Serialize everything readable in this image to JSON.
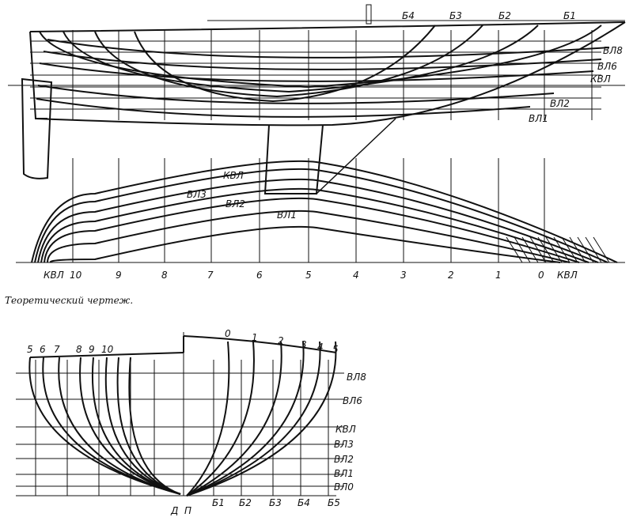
{
  "caption": "Теоретический чертеж.",
  "profile": {
    "buttock_labels": [
      "Б4",
      "Б3",
      "Б2",
      "Б1"
    ],
    "waterline_labels": [
      "ВЛ8",
      "ВЛ6",
      "КВЛ",
      "ВЛ2",
      "ВЛ1"
    ]
  },
  "half_breadth": {
    "waterline_labels": [
      "КВЛ",
      "ВЛ3",
      "ВЛ2",
      "ВЛ1"
    ],
    "station_labels": [
      "КВЛ",
      "10",
      "9",
      "8",
      "7",
      "6",
      "5",
      "4",
      "3",
      "2",
      "1",
      "0",
      "КВЛ"
    ]
  },
  "body_plan": {
    "aft_station_labels": [
      "5",
      "6",
      "7",
      "8",
      "9",
      "10"
    ],
    "fwd_station_labels": [
      "0",
      "1",
      "2",
      "3",
      "4",
      "5"
    ],
    "waterline_labels": [
      "ВЛ8",
      "ВЛ6",
      "КВЛ",
      "ВЛ3",
      "ВЛ2",
      "ВЛ1",
      "ВЛ0"
    ],
    "bottom_labels": [
      "Д",
      "П",
      "Б1",
      "Б2",
      "Б3",
      "Б4",
      "Б5"
    ]
  },
  "colors": {
    "ink": "#111111",
    "paper": "#ffffff"
  }
}
